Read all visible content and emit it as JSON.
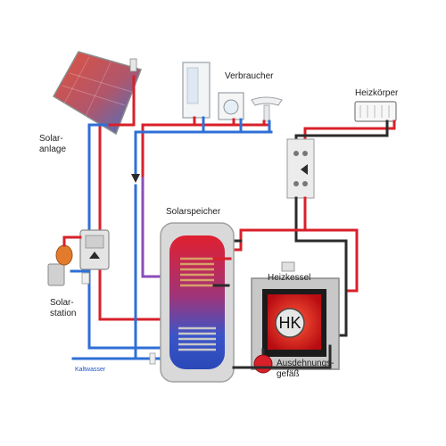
{
  "labels": {
    "solar_1": "Solar-",
    "solar_2": "anlage",
    "consumers": "Verbraucher",
    "radiator": "Heizkörper",
    "storage": "Solarspeicher",
    "boiler": "Heizkessel",
    "station_1": "Solar-",
    "station_2": "station",
    "boiler_short": "HK",
    "expansion_1": "Ausdehnungs-",
    "expansion_2": "gefäß",
    "cold_water": "Kaltwasser"
  },
  "colors": {
    "hot": "#d8202a",
    "cold": "#2f6fd6",
    "mixed": "#8a4db8",
    "return": "#2b2b2b"
  }
}
